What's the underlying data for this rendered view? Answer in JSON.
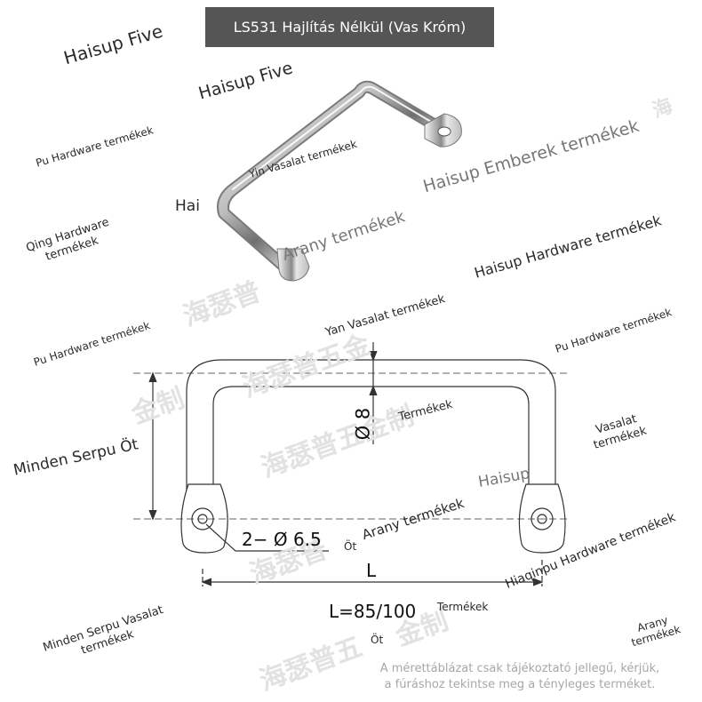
{
  "title": "LS531 Hajlítás Nélkül (Vas Króm)",
  "watermarks": {
    "w1": "Haisup Five",
    "w2": "Haisup Five",
    "w3": "Pu Hardware termékek",
    "w4": "Yin Vasalat termékek",
    "w5": "Hai",
    "w6": "Haisup Emberek termékek",
    "w7": "Arany termékek",
    "w8": "Qing Hardware\ntermékek",
    "w9": "Haisup Hardware termékek",
    "w10": "Yan Vasalat termékek",
    "w11": "Pu Hardware termékek",
    "w12": "Pu Hardware termékek",
    "w13": "Termékek",
    "w14": "Vasalat\ntermékek",
    "w15": "Minden Serpu Öt",
    "w16": "Haisup",
    "w17": "Arany termékek",
    "w18": "Öt",
    "w19": "Hiaqinpu Hardware termékek",
    "w20": "Termékek",
    "w21": "Minden Serpu Vasalat\ntermékek",
    "w22": "Öt",
    "w23": "Arany\ntermékek"
  },
  "cjk_watermarks": {
    "c1": "海",
    "c2": "海瑟普",
    "c3": "海瑟普五金",
    "c4": "金制",
    "c5": "海瑟普五金制",
    "c6": "海瑟普",
    "c7": "金制",
    "c8": "海瑟普五"
  },
  "dimensions": {
    "diameter": "Ø 8",
    "holes": "2− Ø 6.5",
    "length_symbol": "L",
    "length_values": "L=85/100"
  },
  "note": "A mérettáblázat csak tájékoztató jellegű, kérjük,\na fúráshoz tekintse meg a tényleges terméket.",
  "colors": {
    "title_bg": "#555555",
    "note_text": "#a7a7a7",
    "drawing_line": "#333333"
  }
}
